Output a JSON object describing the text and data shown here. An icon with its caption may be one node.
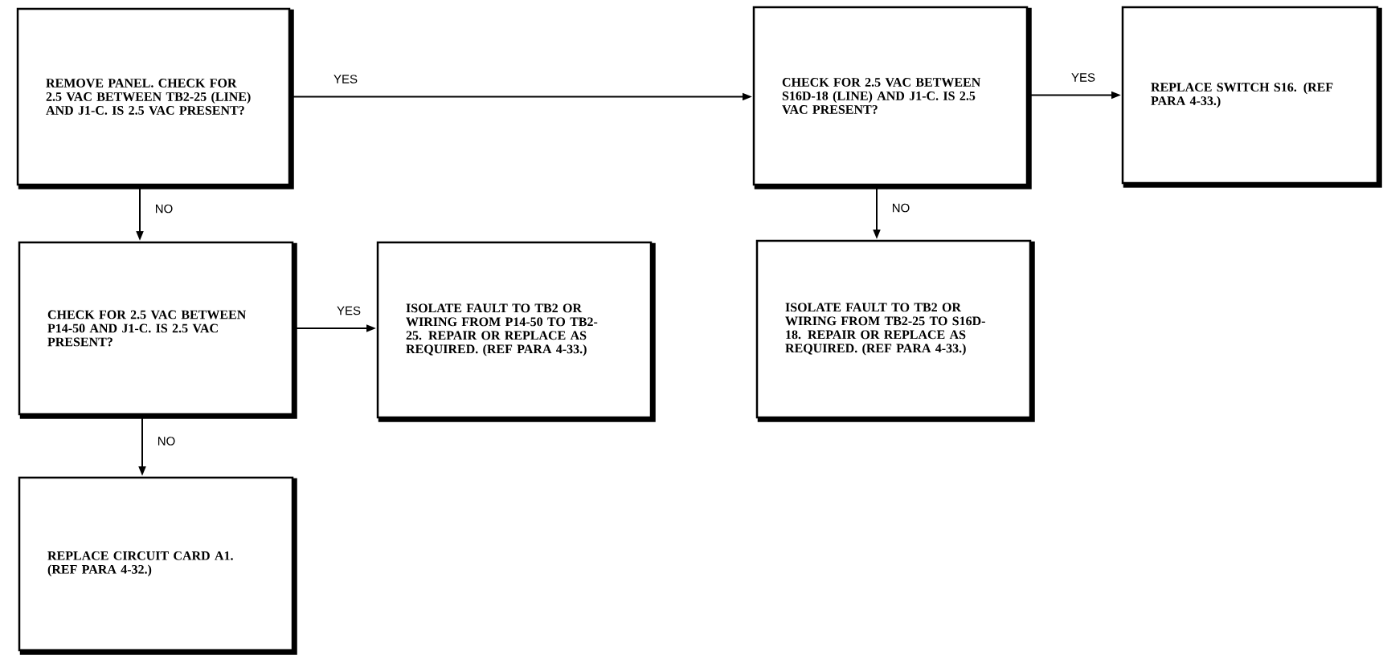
{
  "diagram": {
    "nodes": [
      {
        "text": [
          "REMOVE PANEL. CHECK FOR 2.5 VAC BETWEEN TB2-25 (LINE) AND J1-C. IS 2.5 VAC PRESENT?"
        ]
      },
      {
        "text": [
          "CHECK FOR 2.5 VAC BETWEEN S16D-18 (LINE) AND J1-C. IS 2.5 VAC PRESENT?"
        ]
      },
      {
        "text": [
          "REPLACE SWITCH S16. (REF PARA 4-33.)"
        ]
      },
      {
        "text": [
          "CHECK FOR 2.5 VAC BETWEEN P14-50 AND J1-C. IS 2.5 VAC PRESENT?"
        ]
      },
      {
        "text": [
          "ISOLATE FAULT TO TB2 OR WIRING FROM P14-50 TO TB2-25. REPAIR OR REPLACE AS REQUIRED. (REF PARA 4-33.)"
        ]
      },
      {
        "text": [
          "ISOLATE FAULT TO TB2 OR WIRING FROM TB2-25 TO S16D-18. REPAIR OR REPLACE AS REQUIRED. (REF PARA 4-33.)"
        ]
      },
      {
        "text": [
          "REPLACE CIRCUIT CARD A1. (REF PARA 4-32.)"
        ]
      }
    ],
    "edges": [
      {
        "from": 0,
        "to": 1,
        "arrow": "to",
        "label": "YES"
      },
      {
        "from": 1,
        "to": 2,
        "arrow": "to",
        "label": "YES"
      },
      {
        "from": 0,
        "to": 3,
        "arrow": "to",
        "label": "NO"
      },
      {
        "from": 1,
        "to": 5,
        "arrow": "to",
        "label": "NO"
      },
      {
        "from": 3,
        "to": 4,
        "arrow": "to",
        "label": "YES"
      },
      {
        "from": 3,
        "to": 6,
        "arrow": "to",
        "label": "NO"
      }
    ]
  }
}
